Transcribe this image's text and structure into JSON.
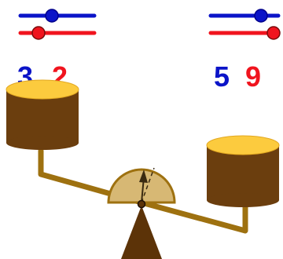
{
  "left_pan": {
    "blue_value": "3",
    "red_value": "2"
  },
  "right_pan": {
    "blue_value": "5",
    "red_value": "9"
  },
  "colors": {
    "blue": "#0b14c8",
    "red": "#f0141e",
    "cake_top": "#fccb3e",
    "cake_body": "#6b3e0e",
    "beam": "#9e7110",
    "fulcrum": "#5c3308",
    "dial": "#d7b874"
  }
}
